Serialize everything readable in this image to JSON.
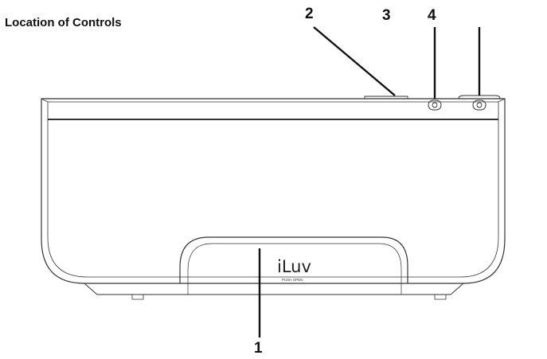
{
  "title": "Location of Controls",
  "callouts": {
    "one": "1",
    "two": "2",
    "three": "3",
    "four": "4"
  },
  "device": {
    "brand": "iLuv",
    "tray_label": "PUSH OPEN"
  },
  "colors": {
    "outline": "#333333",
    "text": "#111111",
    "background": "#ffffff"
  }
}
